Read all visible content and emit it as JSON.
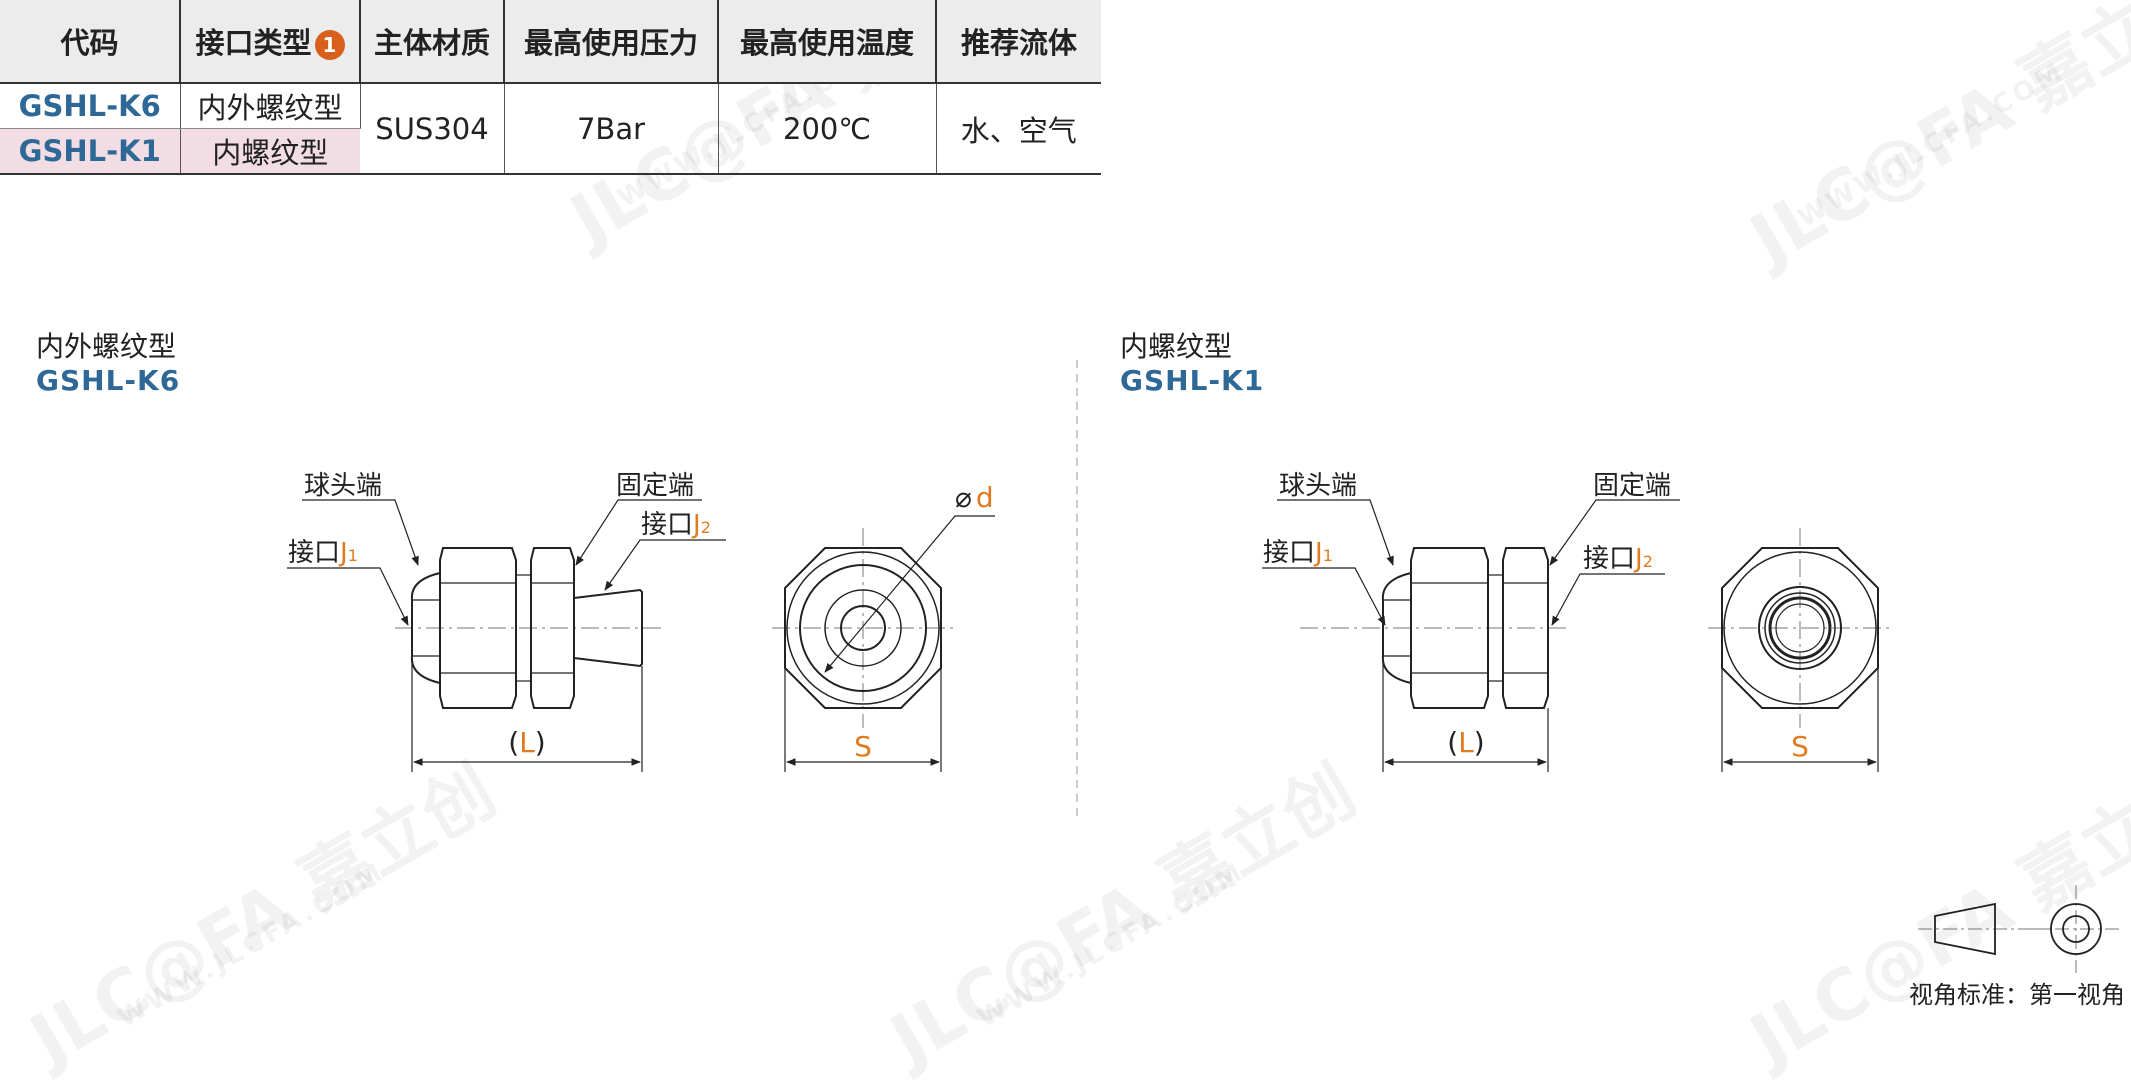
{
  "table": {
    "headers": [
      "代码",
      "接口类型",
      "主体材质",
      "最高使用压力",
      "最高使用温度",
      "推荐流体"
    ],
    "header_badge": "1",
    "rows": [
      {
        "code": "GSHL-K6",
        "type": "内外螺纹型"
      },
      {
        "code": "GSHL-K1",
        "type": "内螺纹型"
      }
    ],
    "material": "SUS304",
    "pressure": "7Bar",
    "temperature": "200℃",
    "fluid": "水、空气"
  },
  "left_section": {
    "title": "内外螺纹型",
    "code": "GSHL-K6",
    "labels": {
      "ball_end": "球头端",
      "fixed_end": "固定端",
      "port1": "接口",
      "port1_sym": "J",
      "port1_sub": "1",
      "port2": "接口",
      "port2_sym": "J",
      "port2_sub": "2",
      "length_open": "(",
      "length": "L",
      "length_close": ")",
      "width": "S",
      "dia_sym": "⌀",
      "dia": "d"
    }
  },
  "right_section": {
    "title": "内螺纹型",
    "code": "GSHL-K1",
    "labels": {
      "ball_end": "球头端",
      "fixed_end": "固定端",
      "port1": "接口",
      "port1_sym": "J",
      "port1_sub": "1",
      "port2": "接口",
      "port2_sym": "J",
      "port2_sub": "2",
      "length_open": "(",
      "length": "L",
      "length_close": ")",
      "width": "S"
    }
  },
  "footer": {
    "view_standard": "视角标准：第一视角"
  },
  "colors": {
    "accent_orange": "#e07b1f",
    "code_blue": "#2d6896",
    "k1_row_bg": "#f2dde5",
    "header_bg": "#ececec"
  }
}
